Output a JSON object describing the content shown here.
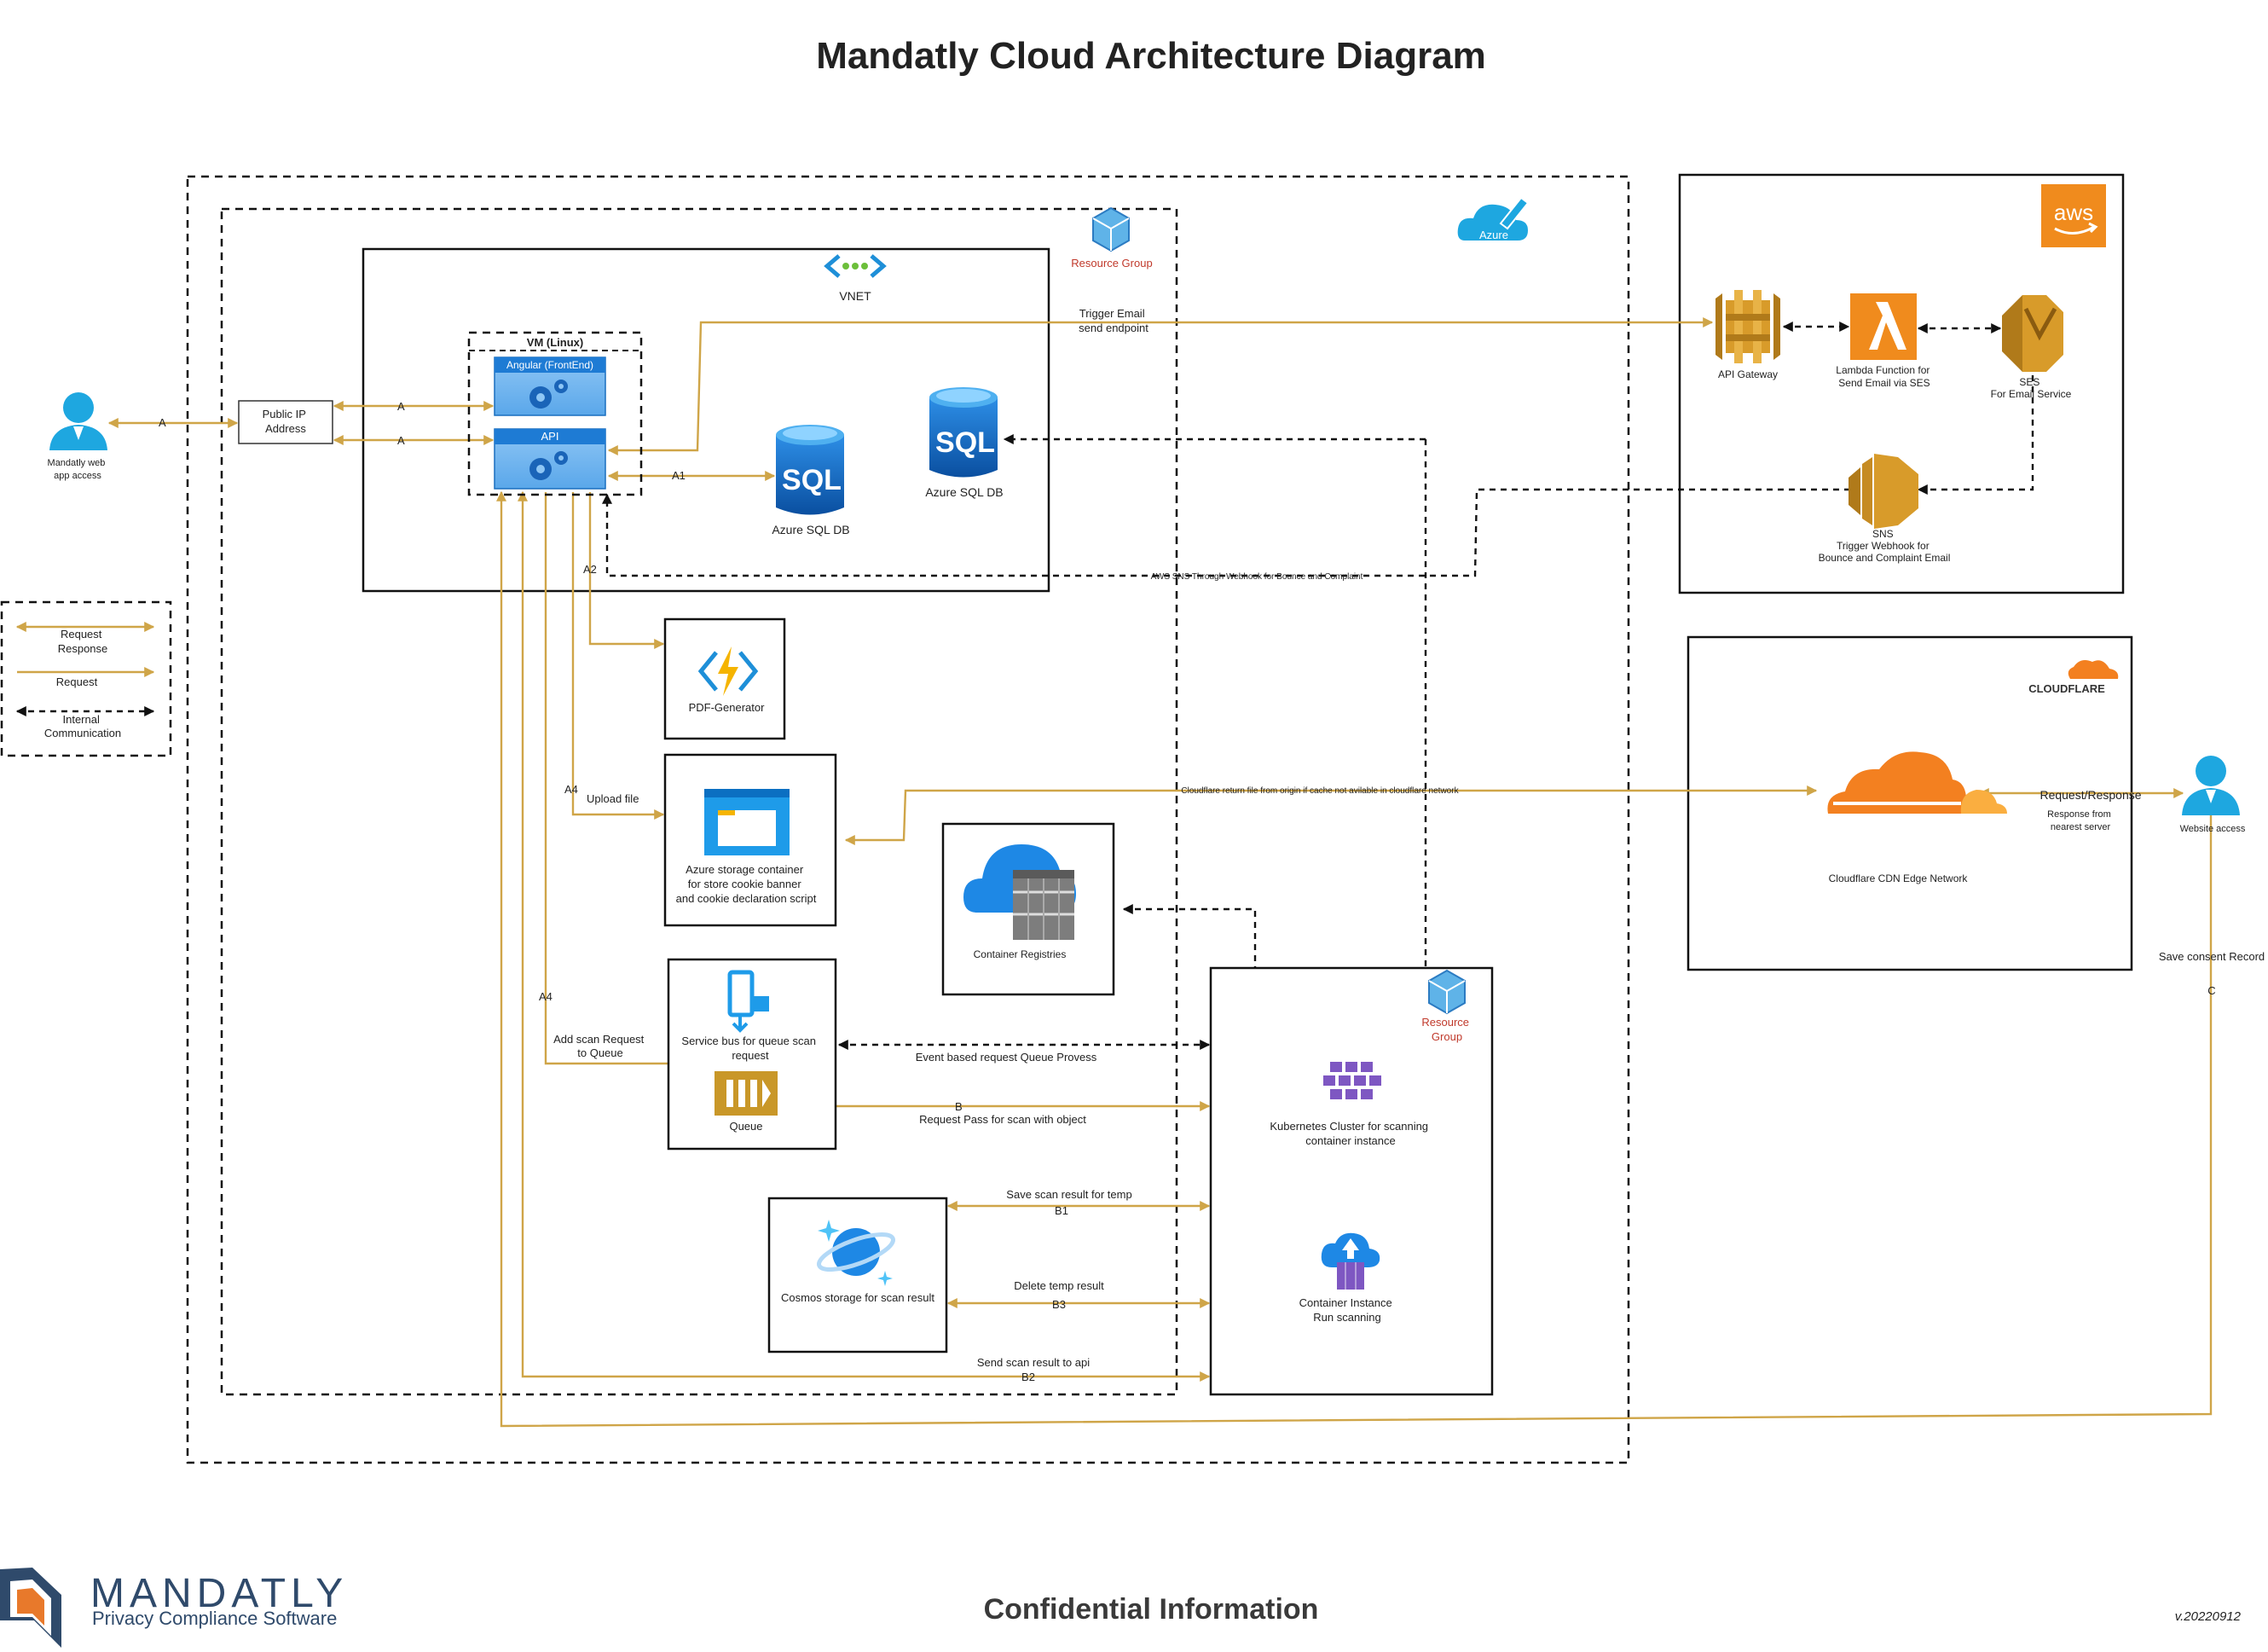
{
  "title": "Mandatly Cloud Architecture Diagram",
  "footer": {
    "logo_name": "MANDATLY",
    "logo_tagline": "Privacy Compliance Software",
    "confidential": "Confidential Information",
    "version": "v.20220912"
  },
  "legend": {
    "request_response": [
      "Request",
      "Response"
    ],
    "request": "Request",
    "internal": [
      "Internal",
      "Communication"
    ]
  },
  "users": {
    "web_app": [
      "Mandatly web",
      "app access"
    ],
    "website": "Website access"
  },
  "public_ip": [
    "Public IP",
    "Address"
  ],
  "azure": {
    "badge": "Azure",
    "resource_group": "Resource Group",
    "vnet": "VNET",
    "vm": "VM (Linux)",
    "angular": "Angular (FrontEnd)",
    "api": "API",
    "sql_db_1": "Azure SQL DB",
    "sql_db_2": "Azure SQL DB",
    "sql_glyph": "SQL",
    "pdf_generator": "PDF-Generator",
    "storage": [
      "Azure storage container",
      "for store cookie banner",
      "and cookie declaration script"
    ],
    "container_registries": "Container Registries",
    "service_bus": [
      "Service bus for queue scan",
      "request"
    ],
    "queue": "Queue",
    "cosmos": "Cosmos storage for scan result",
    "resource_group_2": [
      "Resource",
      "Group"
    ],
    "kubernetes": [
      "Kubernetes Cluster for scanning",
      "container instance"
    ],
    "container_instance": [
      "Container Instance",
      "Run scanning"
    ]
  },
  "aws": {
    "badge": "aws",
    "api_gateway": "API Gateway",
    "lambda": [
      "Lambda Function for",
      "Send Email via SES"
    ],
    "ses": [
      "SES",
      "For Email Service"
    ],
    "sns": [
      "SNS",
      "Trigger Webhook for",
      "Bounce and Complaint Email"
    ]
  },
  "cloudflare": {
    "badge": "CLOUDFLARE",
    "edge": "Cloudflare CDN Edge Network"
  },
  "labels": {
    "a": "A",
    "a1": "A1",
    "a2": "A2",
    "a4_upload": "A4",
    "a4_scan": "A4",
    "upload_file": "Upload file",
    "add_scan": [
      "Add scan Request",
      "to Queue"
    ],
    "trigger_email": [
      "Trigger Email",
      "send endpoint"
    ],
    "sns_webhook": "AWS SNS Through Webhook for Bounce and Complaint",
    "cf_return": "Cloudflare return file from origin if cache not  avilable in cloudflare network",
    "request_response": "Request/Response",
    "response_nearest": [
      "Response from",
      "nearest server"
    ],
    "save_consent": "Save consent Record",
    "c": "C",
    "event_queue": "Event based request Queue Provess",
    "b": "B",
    "request_pass": "Request Pass for scan with object",
    "save_temp": "Save scan result for temp",
    "b1": "B1",
    "delete_temp": "Delete temp result",
    "b3": "B3",
    "send_result": "Send scan result to api",
    "b2": "B2"
  },
  "colors": {
    "request_line": "#cfa548",
    "azure_blue": "#0078d4",
    "aws_orange": "#f08b1d",
    "cloudflare_orange": "#f38020",
    "user_teal": "#1ea7e0",
    "resource_group_red": "#c0392b"
  }
}
